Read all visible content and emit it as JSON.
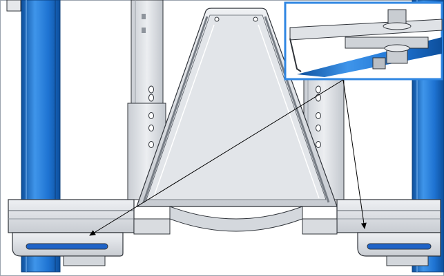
{
  "colors": {
    "background": "#ffffff",
    "column_blue": "#1e73d2",
    "column_blue_dark": "#0d4f9c",
    "column_blue_light": "#3f95ea",
    "steel_light": "#e3e6ea",
    "steel_mid": "#cdd1d6",
    "steel_dark": "#8e949c",
    "edge": "#30343a",
    "slot": "#1e63c8",
    "inset_border": "#2f86e2",
    "leader": "#000000"
  },
  "figure": {
    "components": [
      "left-blue-column",
      "right-blue-column",
      "tapered-bracket",
      "horizontal-channel-beam",
      "left-slotted-plate",
      "right-slotted-plate",
      "bolt-detail-inset"
    ],
    "callout_arrows": 2,
    "inset_view": "bolt-and-washer-detail"
  }
}
